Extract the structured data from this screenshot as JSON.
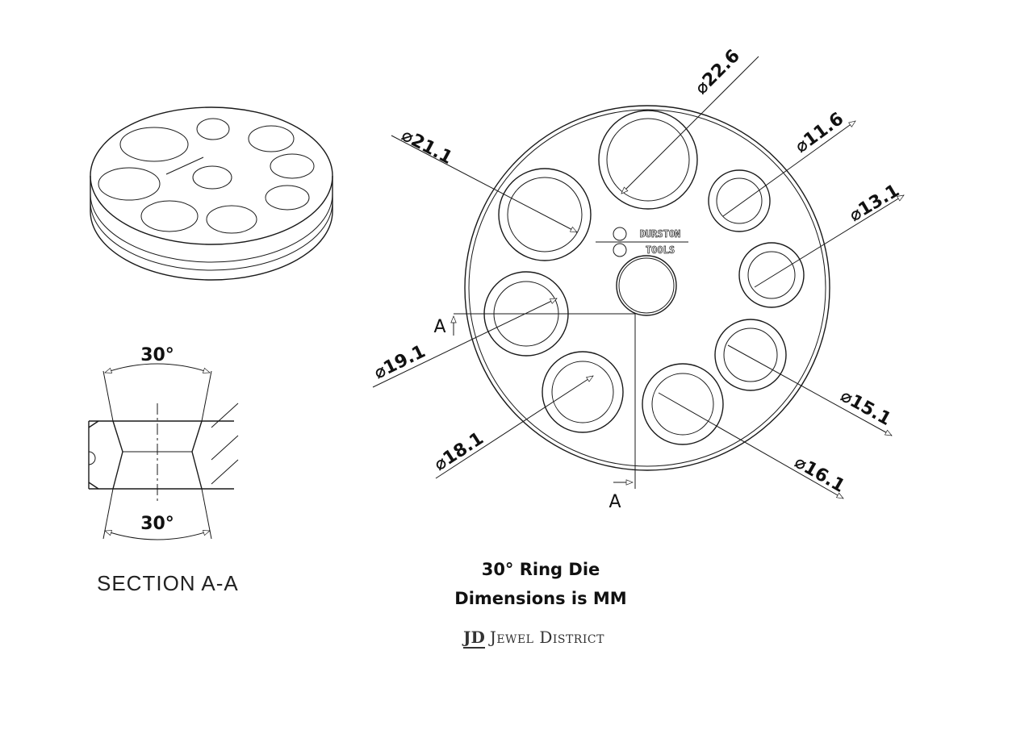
{
  "title": "30° Ring Die",
  "subtitle": "Dimensions is MM",
  "section_label": "SECTION A-A",
  "section_angles": [
    "30°",
    "30°"
  ],
  "section_marks": [
    "A",
    "A"
  ],
  "engraving": [
    "DURSTON",
    "TOOLS"
  ],
  "hole_dimensions": [
    {
      "label": "22.6"
    },
    {
      "label": "11.6"
    },
    {
      "label": "13.1"
    },
    {
      "label": "15.1"
    },
    {
      "label": "16.1"
    },
    {
      "label": "18.1"
    },
    {
      "label": "19.1"
    },
    {
      "label": "21.1"
    }
  ],
  "brand": {
    "mark": "JD",
    "name": "Jewel District"
  }
}
